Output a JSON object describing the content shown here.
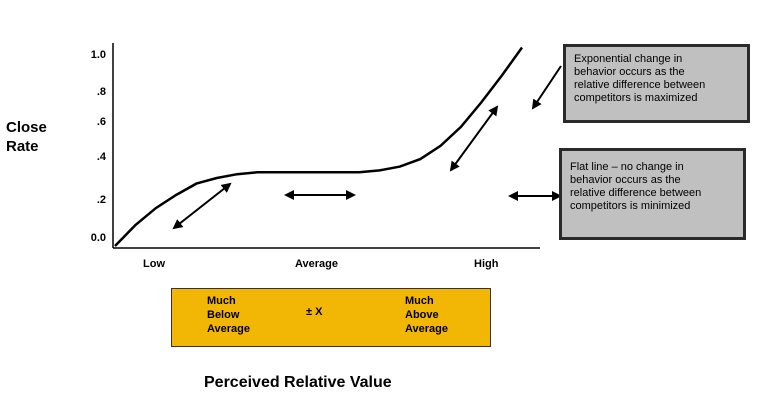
{
  "chart_data": {
    "type": "line",
    "ylabel": [
      "Close",
      "Rate"
    ],
    "xlabel": "Perceived Relative Value",
    "ytick_labels": [
      "1.0",
      ".8",
      ".6",
      ".4",
      ".2",
      "0.0"
    ],
    "xtick_labels": [
      "Low",
      "Average",
      "High"
    ],
    "ylim": [
      0,
      1
    ],
    "series": [
      {
        "x": [
          0.0,
          0.05,
          0.1,
          0.15,
          0.2,
          0.25,
          0.3,
          0.35,
          0.4,
          0.45,
          0.5,
          0.55,
          0.6,
          0.65,
          0.7,
          0.75,
          0.8,
          0.85,
          0.9,
          0.95,
          1.0
        ],
        "values": [
          0.0,
          0.11,
          0.2,
          0.27,
          0.33,
          0.36,
          0.38,
          0.39,
          0.39,
          0.39,
          0.39,
          0.39,
          0.39,
          0.4,
          0.42,
          0.46,
          0.53,
          0.63,
          0.76,
          0.9,
          1.05
        ]
      }
    ],
    "grid": false
  },
  "callouts": {
    "exponential": [
      "Exponential change in",
      "behavior occurs as the",
      "relative difference between",
      "competitors is maximized"
    ],
    "flat": [
      "Flat line – no change in",
      "behavior occurs as the",
      "relative difference between",
      "competitors is minimized"
    ]
  },
  "band": {
    "left": [
      "Much",
      "Below",
      "Average"
    ],
    "center": "± X",
    "right": [
      "Much",
      "Above",
      "Average"
    ]
  },
  "colors": {
    "band": "#f2b705",
    "callout": "#c0c0c0",
    "line": "#000000"
  }
}
